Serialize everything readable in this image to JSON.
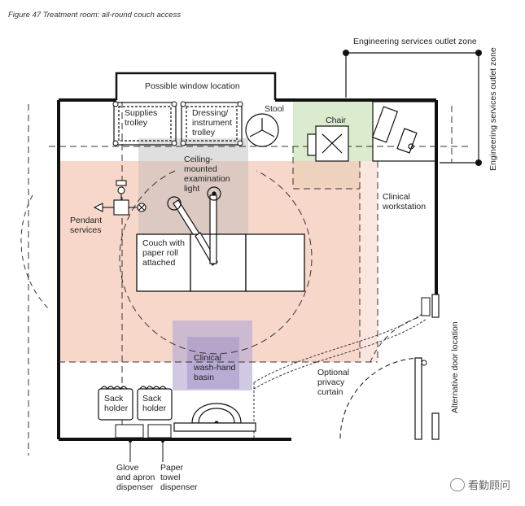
{
  "figure": {
    "title": "Figure 47  Treatment room: all-round couch access"
  },
  "labels": {
    "engineering_zone_top": "Engineering services outlet zone",
    "engineering_zone_side": "Engineering services outlet zone",
    "possible_window": "Possible window location",
    "supplies_trolley": "Supplies\ntrolley",
    "dressing_trolley": "Dressing/\ninstrument\ntrolley",
    "stool": "Stool",
    "chair": "Chair",
    "ceiling_light": "Ceiling-\nmounted\nexamination\nlight",
    "pendant_services": "Pendant\nservices",
    "couch": "Couch with\npaper roll\nattached",
    "clinical_workstation": "Clinical\nworkstation",
    "wash_hand_basin": "Clinical\nwash-hand\nbasin",
    "privacy_curtain": "Optional\nprivacy\ncurtain",
    "alternative_door": "Alternative door location",
    "sack_holder_1": "Sack\nholder",
    "sack_holder_2": "Sack\nholder",
    "glove_apron": "Glove\nand apron\ndispenser",
    "paper_towel": "Paper\ntowel\ndispenser"
  },
  "watermark": "看勤顾问",
  "colors": {
    "couch_zone": "#f4c9b8",
    "workstation_zone": "#d3e8c5",
    "light_zone": "#b8b8b8",
    "basin_zone": "#b9abd2",
    "wall": "#111111"
  }
}
